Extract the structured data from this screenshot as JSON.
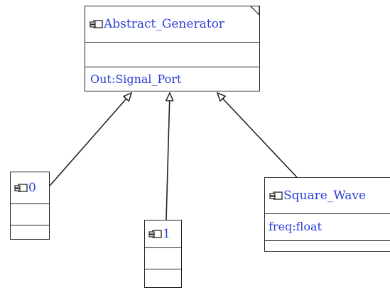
{
  "diagram": {
    "classes": {
      "abstract_generator": {
        "name": "Abstract_Generator",
        "attributes": [
          "Out:Signal_Port"
        ]
      },
      "zero": {
        "name": "0"
      },
      "one": {
        "name": "1"
      },
      "square_wave": {
        "name": "Square_Wave",
        "attributes": [
          "freq:float"
        ]
      }
    },
    "relations": [
      {
        "type": "generalization",
        "from": "0",
        "to": "Abstract_Generator"
      },
      {
        "type": "generalization",
        "from": "1",
        "to": "Abstract_Generator"
      },
      {
        "type": "generalization",
        "from": "Square_Wave",
        "to": "Abstract_Generator"
      }
    ],
    "colors": {
      "text": "#2b3fd6",
      "line": "#222222"
    },
    "icon": "component-icon"
  }
}
